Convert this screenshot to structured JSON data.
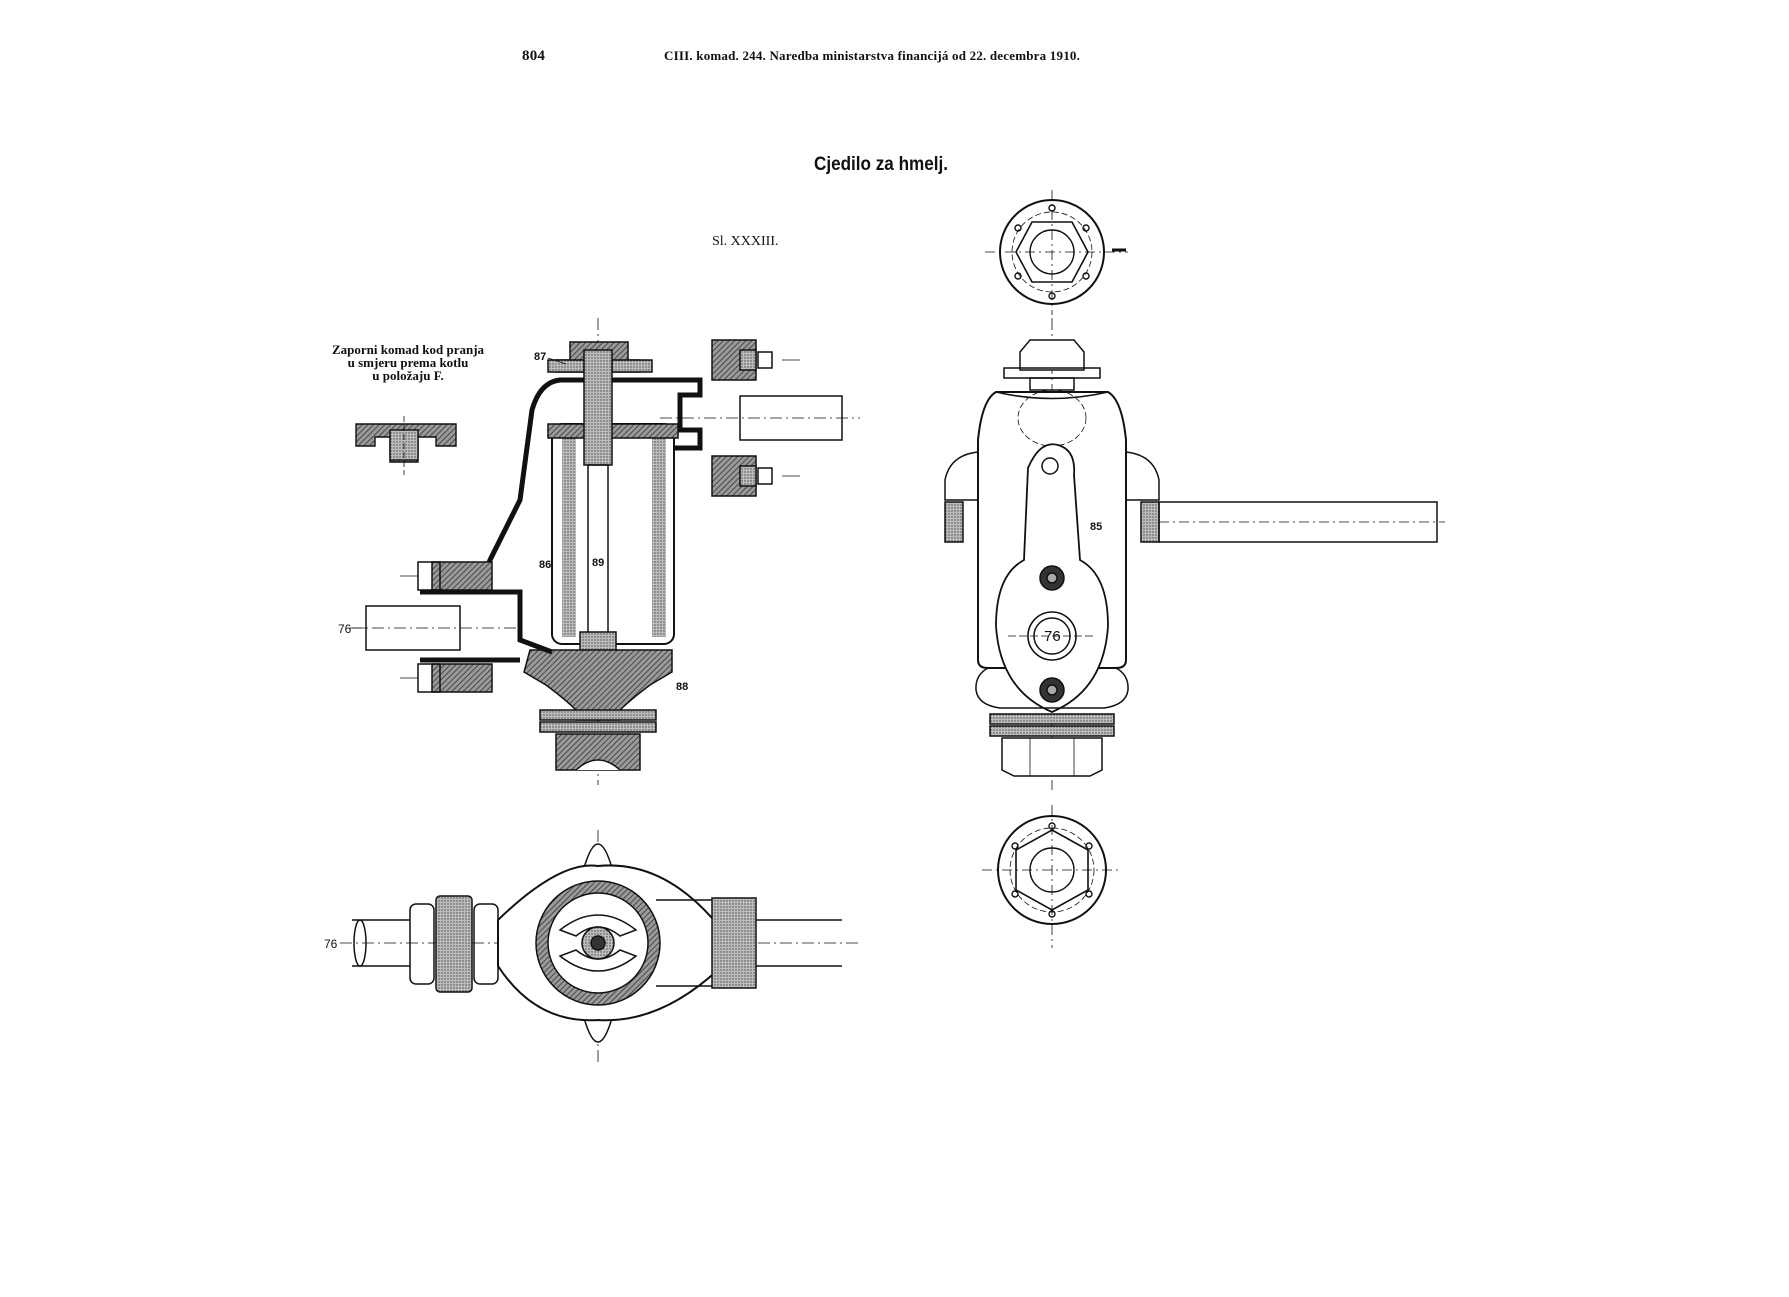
{
  "header": {
    "page_number": "804",
    "running_head": "CIII. komad. 244. Naredba ministarstva financijá od 22. decembra 1910."
  },
  "title": "Cjedilo za hmelj.",
  "figure_label": "Sl. XXXIII.",
  "caption": {
    "line1": "Zaporni komad kod pranja",
    "line2": "u smjeru prema kotlu",
    "line3": "u položaju F."
  },
  "part_labels": {
    "p87": "87",
    "p86": "86",
    "p89": "89",
    "p88": "88",
    "p85": "85",
    "p76_section": "76",
    "p76_plan": "76",
    "p76_side": "76"
  },
  "colors": {
    "ink": "#111111",
    "hatch": "#7a7a7a",
    "paper": "#ffffff"
  }
}
